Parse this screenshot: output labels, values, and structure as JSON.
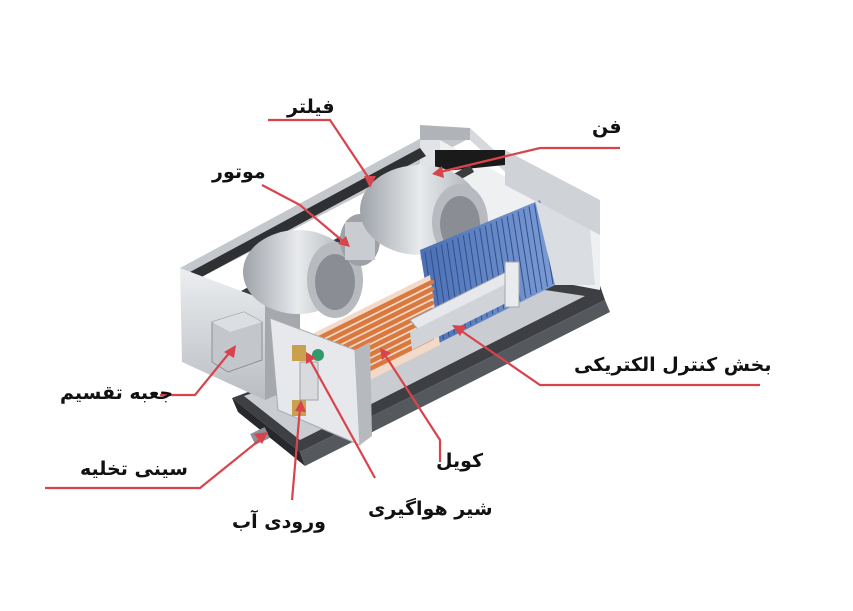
{
  "colors": {
    "leader": "#d9434b",
    "coil_copper": "#d9793f",
    "fin_blue": "#5a7fc0",
    "frame": "#d6d8dc",
    "frame_shadow": "#9ea2a8",
    "tray": "#3d3f43"
  },
  "labels": {
    "filter": "فیلتر",
    "motor": "موتور",
    "fan": "فن",
    "electric_panel": "بخش کنترل الکتریکی",
    "junction_box": "جعبه تقسیم",
    "drain_pan": "سینی تخلیه",
    "coil": "کویل",
    "air_vent_valve": "شیر هواگیری",
    "water_inlet": "ورودی آب"
  }
}
